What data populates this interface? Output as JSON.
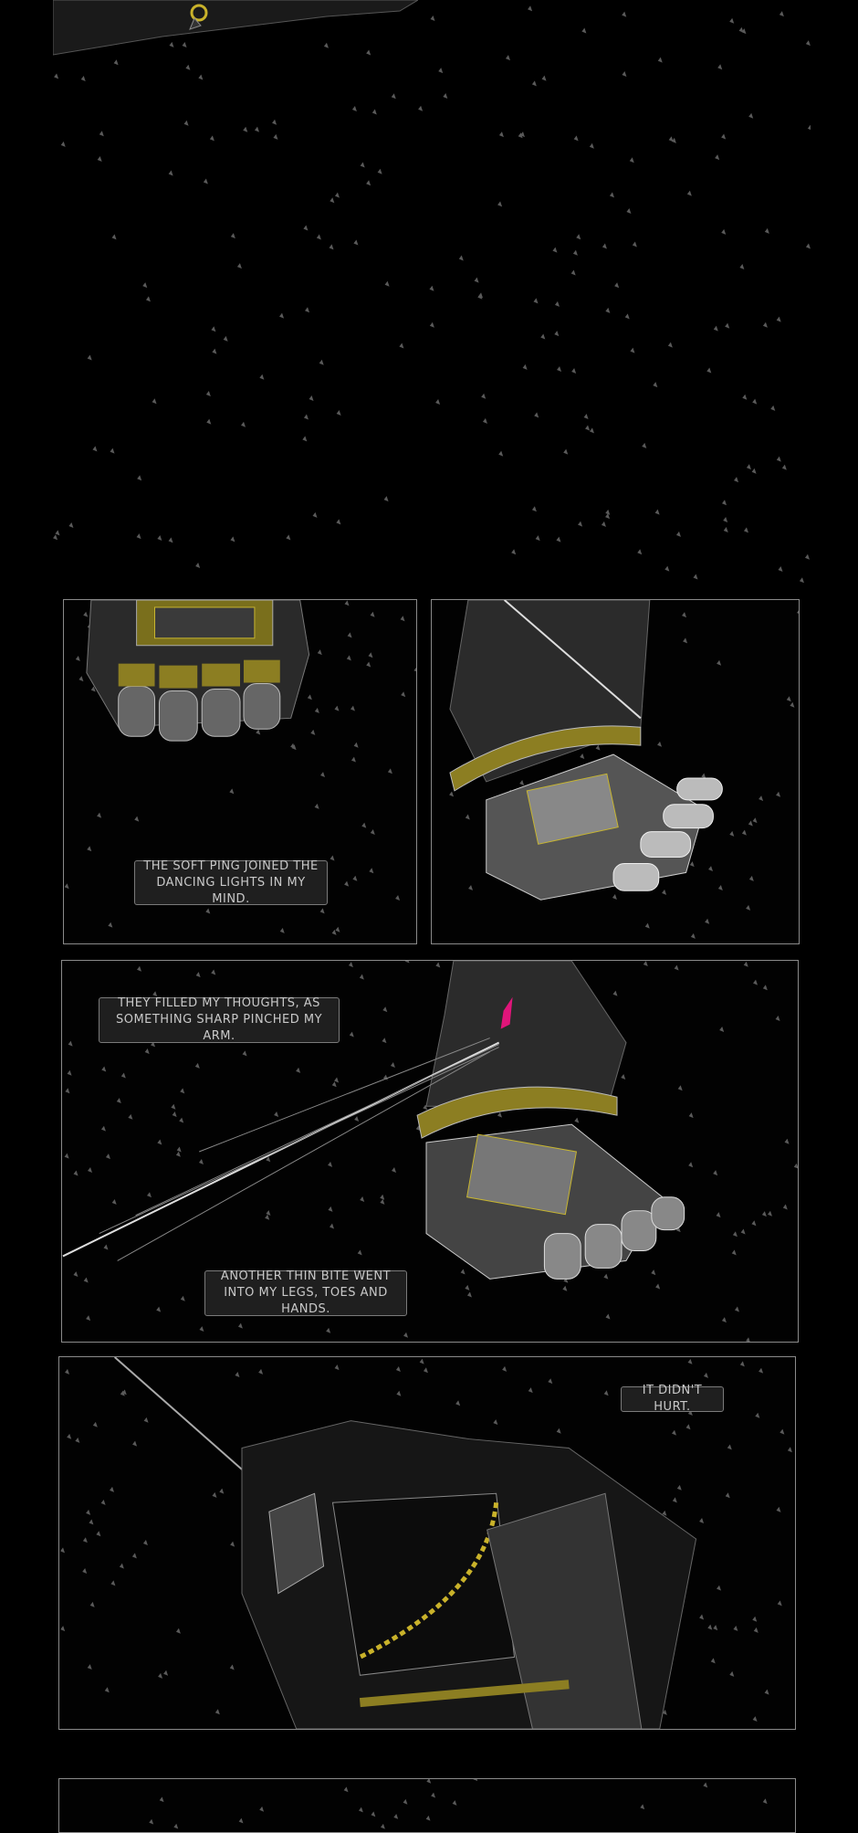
{
  "captions": {
    "panel_a": "The soft ping joined the dancing lights in my mind.",
    "panel_c_top": "They filled my thoughts, as something sharp pinched my arm.",
    "panel_c_bottom": "Another thin bite went into my legs, toes and hands.",
    "panel_d": "It didn't hurt."
  },
  "colors": {
    "gold": "#b8a52a",
    "magenta": "#e0157a",
    "caption_bg": "#1f1f1f"
  }
}
